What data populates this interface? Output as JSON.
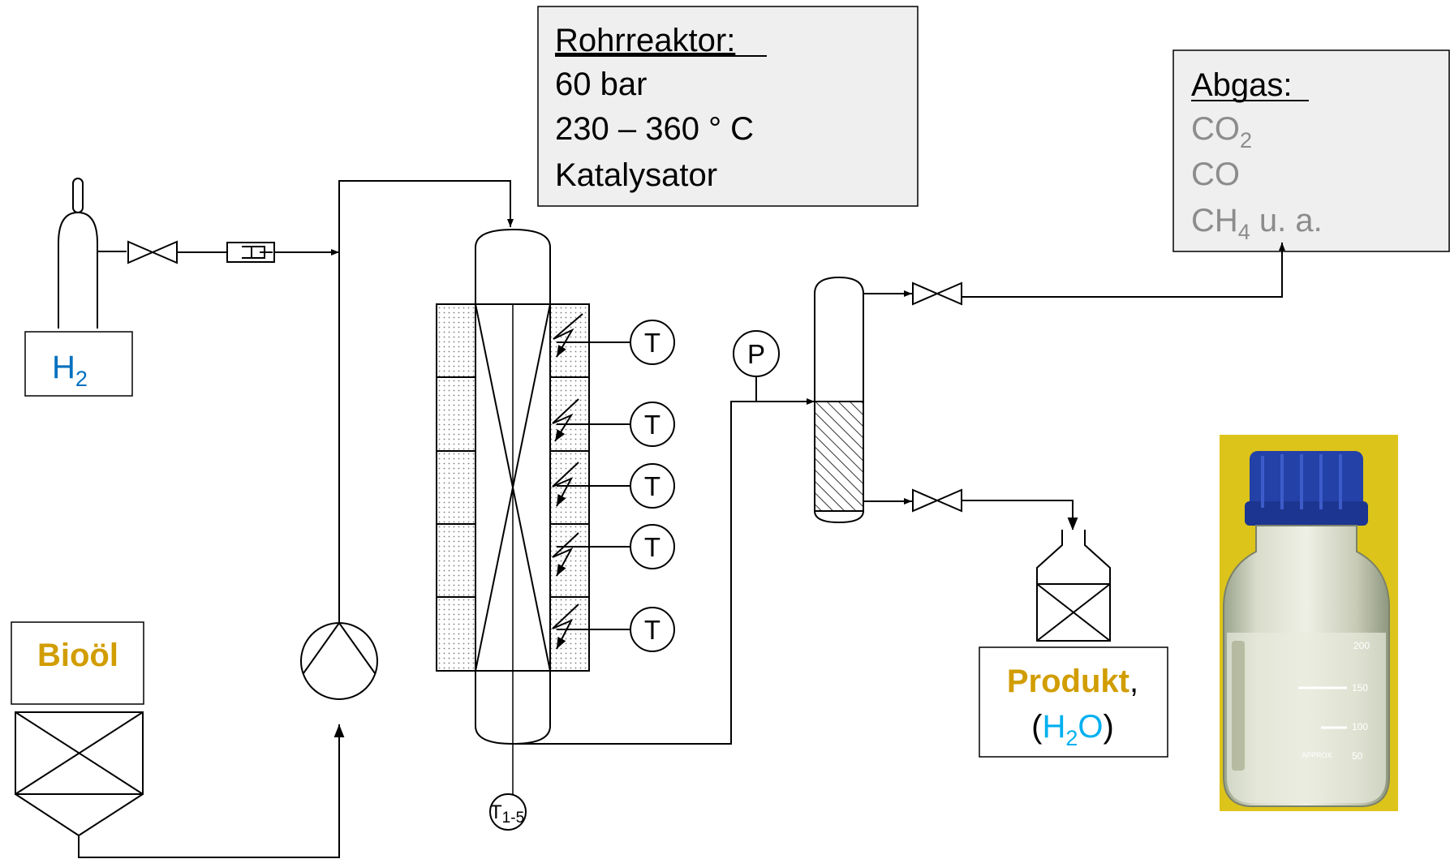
{
  "reactor_box": {
    "title": "Rohrreaktor:",
    "pressure": "60 bar",
    "temperature": "230 – 360 ° C",
    "catalyst": "Katalysator"
  },
  "abgas_box": {
    "title": "Abgas:",
    "co2_base": "CO",
    "co2_sub": "2",
    "co": "CO",
    "ch4_base": "CH",
    "ch4_sub": "4",
    "ch4_rest": " u. a."
  },
  "h2_box": {
    "base": "H",
    "sub": "2"
  },
  "biooel_box": {
    "label": "Bioöl"
  },
  "produkt_box": {
    "label": "Produkt",
    "comma": ",",
    "paren_open": "(",
    "h": "H",
    "sub": "2",
    "o": "O",
    "paren_close": ")"
  },
  "instruments": {
    "pressure": "P",
    "temperature": "T",
    "t_multi_base": "T",
    "t_multi_sub": "1-5"
  },
  "bottle": {
    "mark_200": "200",
    "mark_150": "150",
    "mark_100": "100",
    "mark_50": "50",
    "approx": "APPROX"
  },
  "colors": {
    "line": "#000000",
    "box_fill_gray": "#efefef",
    "h2_blue": "#0070c0",
    "gold": "#d19d00",
    "water_cyan": "#00b0f0",
    "gas_gray": "#8c8c8c",
    "bottle_background": "#e4cb1e",
    "cap_blue": "#2441a8"
  },
  "icons": [
    "gas-cylinder-icon",
    "valve-icon",
    "flow-meter-icon",
    "pump-icon",
    "tank-icon",
    "separator-icon",
    "bottle-photo"
  ]
}
